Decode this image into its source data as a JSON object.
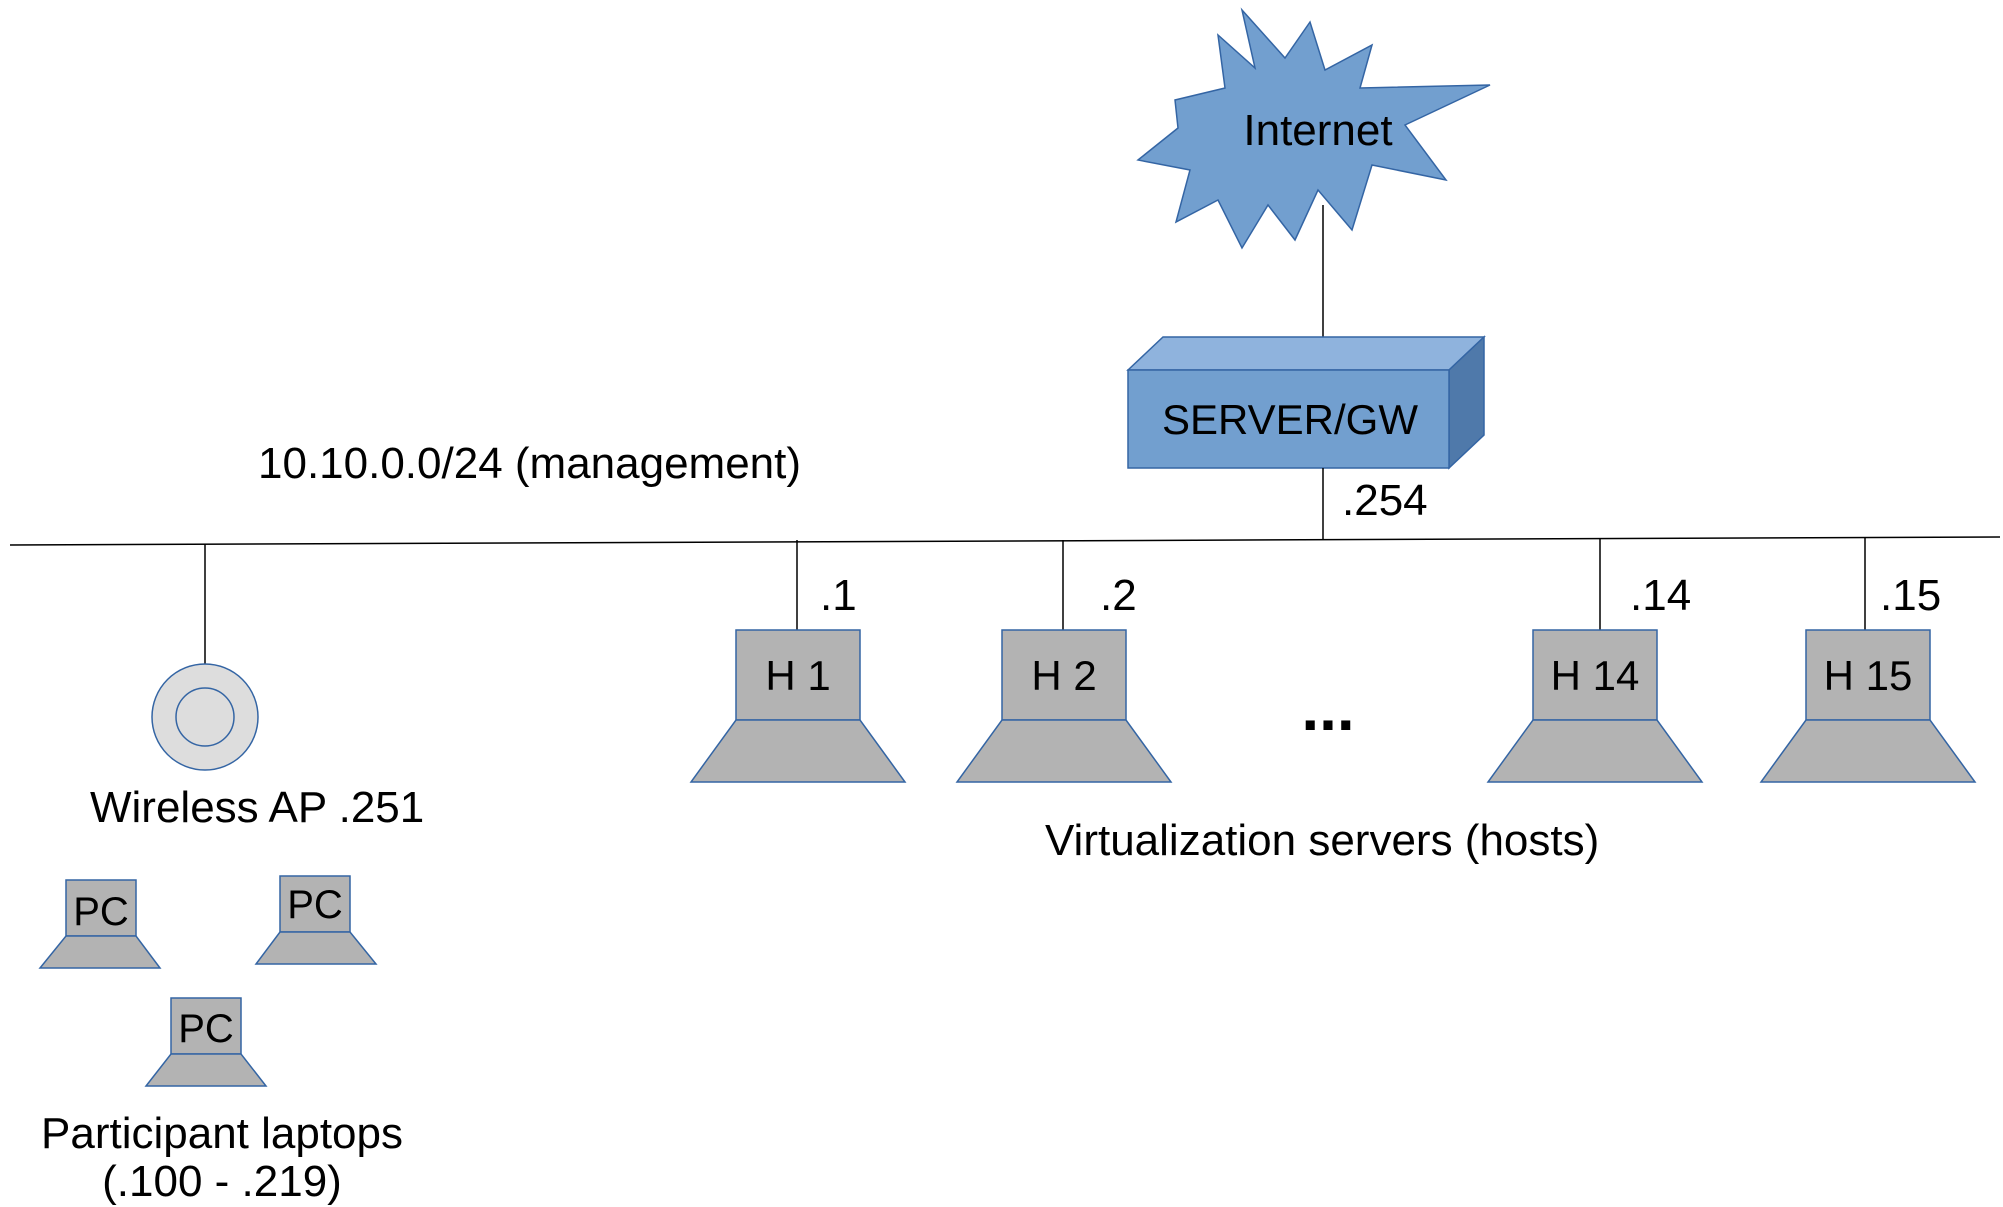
{
  "network": {
    "subnet_label": "10.10.0.0/24 (management)"
  },
  "internet": {
    "label": "Internet"
  },
  "gateway": {
    "label": "SERVER/GW",
    "ip": ".254"
  },
  "wireless_ap": {
    "label": "Wireless AP .251"
  },
  "hosts": {
    "items": [
      {
        "label": "H 1",
        "ip": ".1"
      },
      {
        "label": "H 2",
        "ip": ".2"
      },
      {
        "label": "H 14",
        "ip": ".14"
      },
      {
        "label": "H 15",
        "ip": ".15"
      }
    ],
    "ellipsis": "...",
    "caption": "Virtualization servers (hosts)"
  },
  "laptops": {
    "pc_labels": [
      "PC",
      "PC",
      "PC"
    ],
    "caption_line1": "Participant laptops",
    "caption_line2": "(.100 - .219)"
  },
  "colors": {
    "internet_fill": "#729fcf",
    "gateway_front": "#729fcf",
    "gateway_top": "#8fb3dd",
    "gateway_side": "#4f79aa",
    "device_fill": "#b3b3b3",
    "device_stroke": "#3465a4",
    "ap_fill": "#dddddd"
  }
}
